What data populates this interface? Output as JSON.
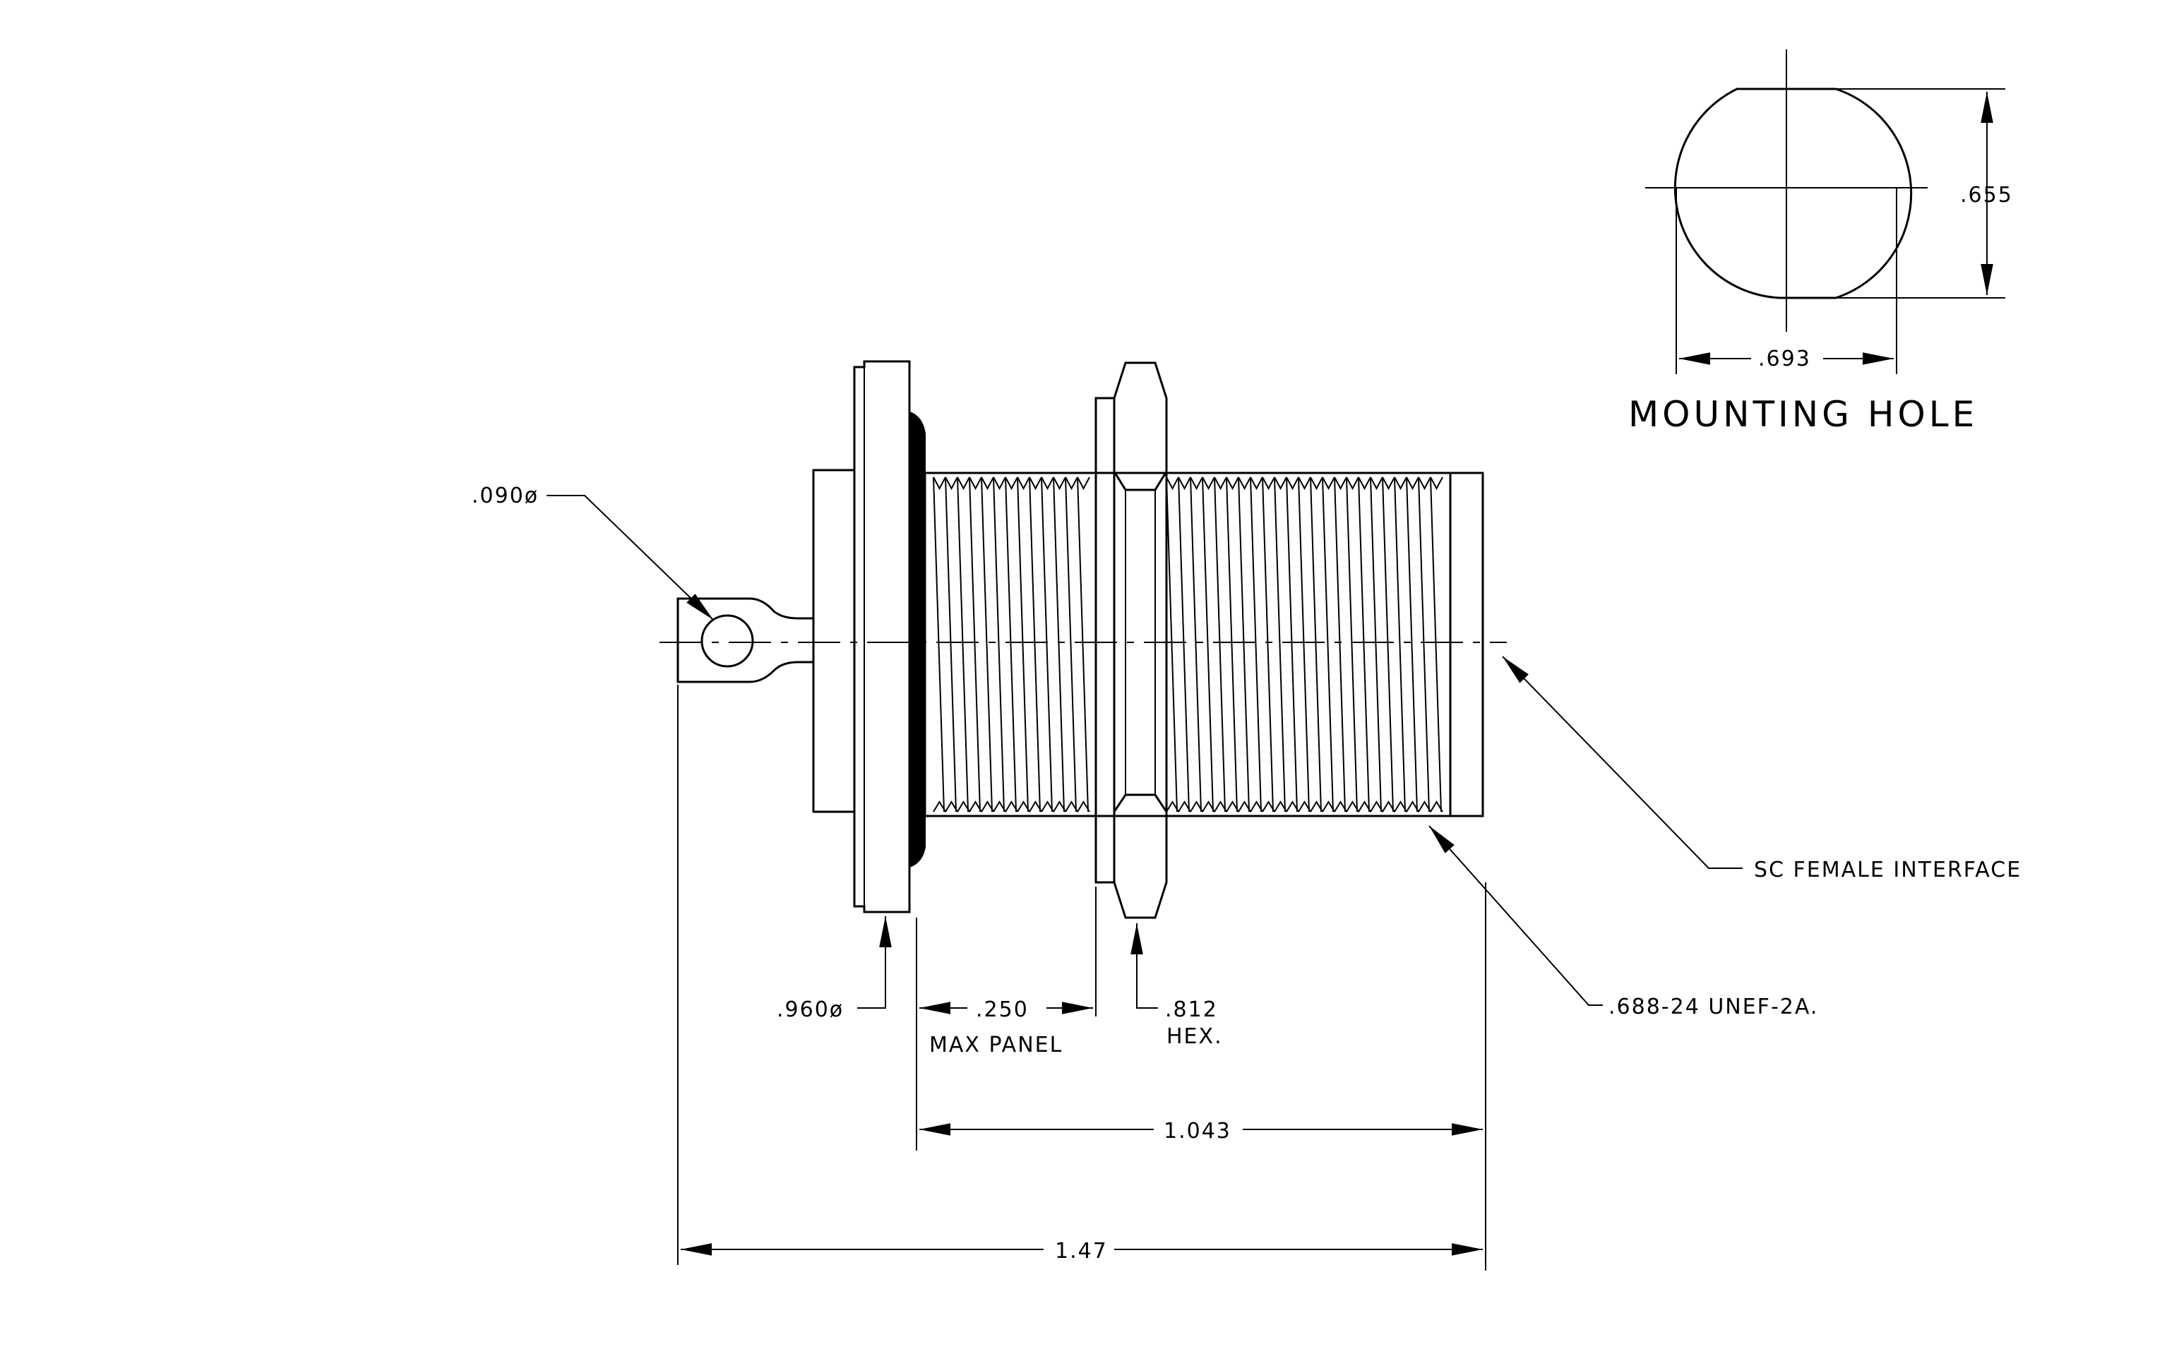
{
  "mounting_hole": {
    "title": "MOUNTING HOLE",
    "height_dim": ".655",
    "width_dim": ".693"
  },
  "callouts": {
    "pin_hole": ".090ø",
    "flange_diameter": ".960ø",
    "panel_dim": ".250",
    "panel_note": "MAX PANEL",
    "hex_dim": ".812",
    "hex_note": "HEX.",
    "interface": "SC FEMALE INTERFACE",
    "thread": ".688-24 UNEF-2A."
  },
  "dimensions": {
    "body_length": "1.043",
    "overall_length": "1.47"
  }
}
